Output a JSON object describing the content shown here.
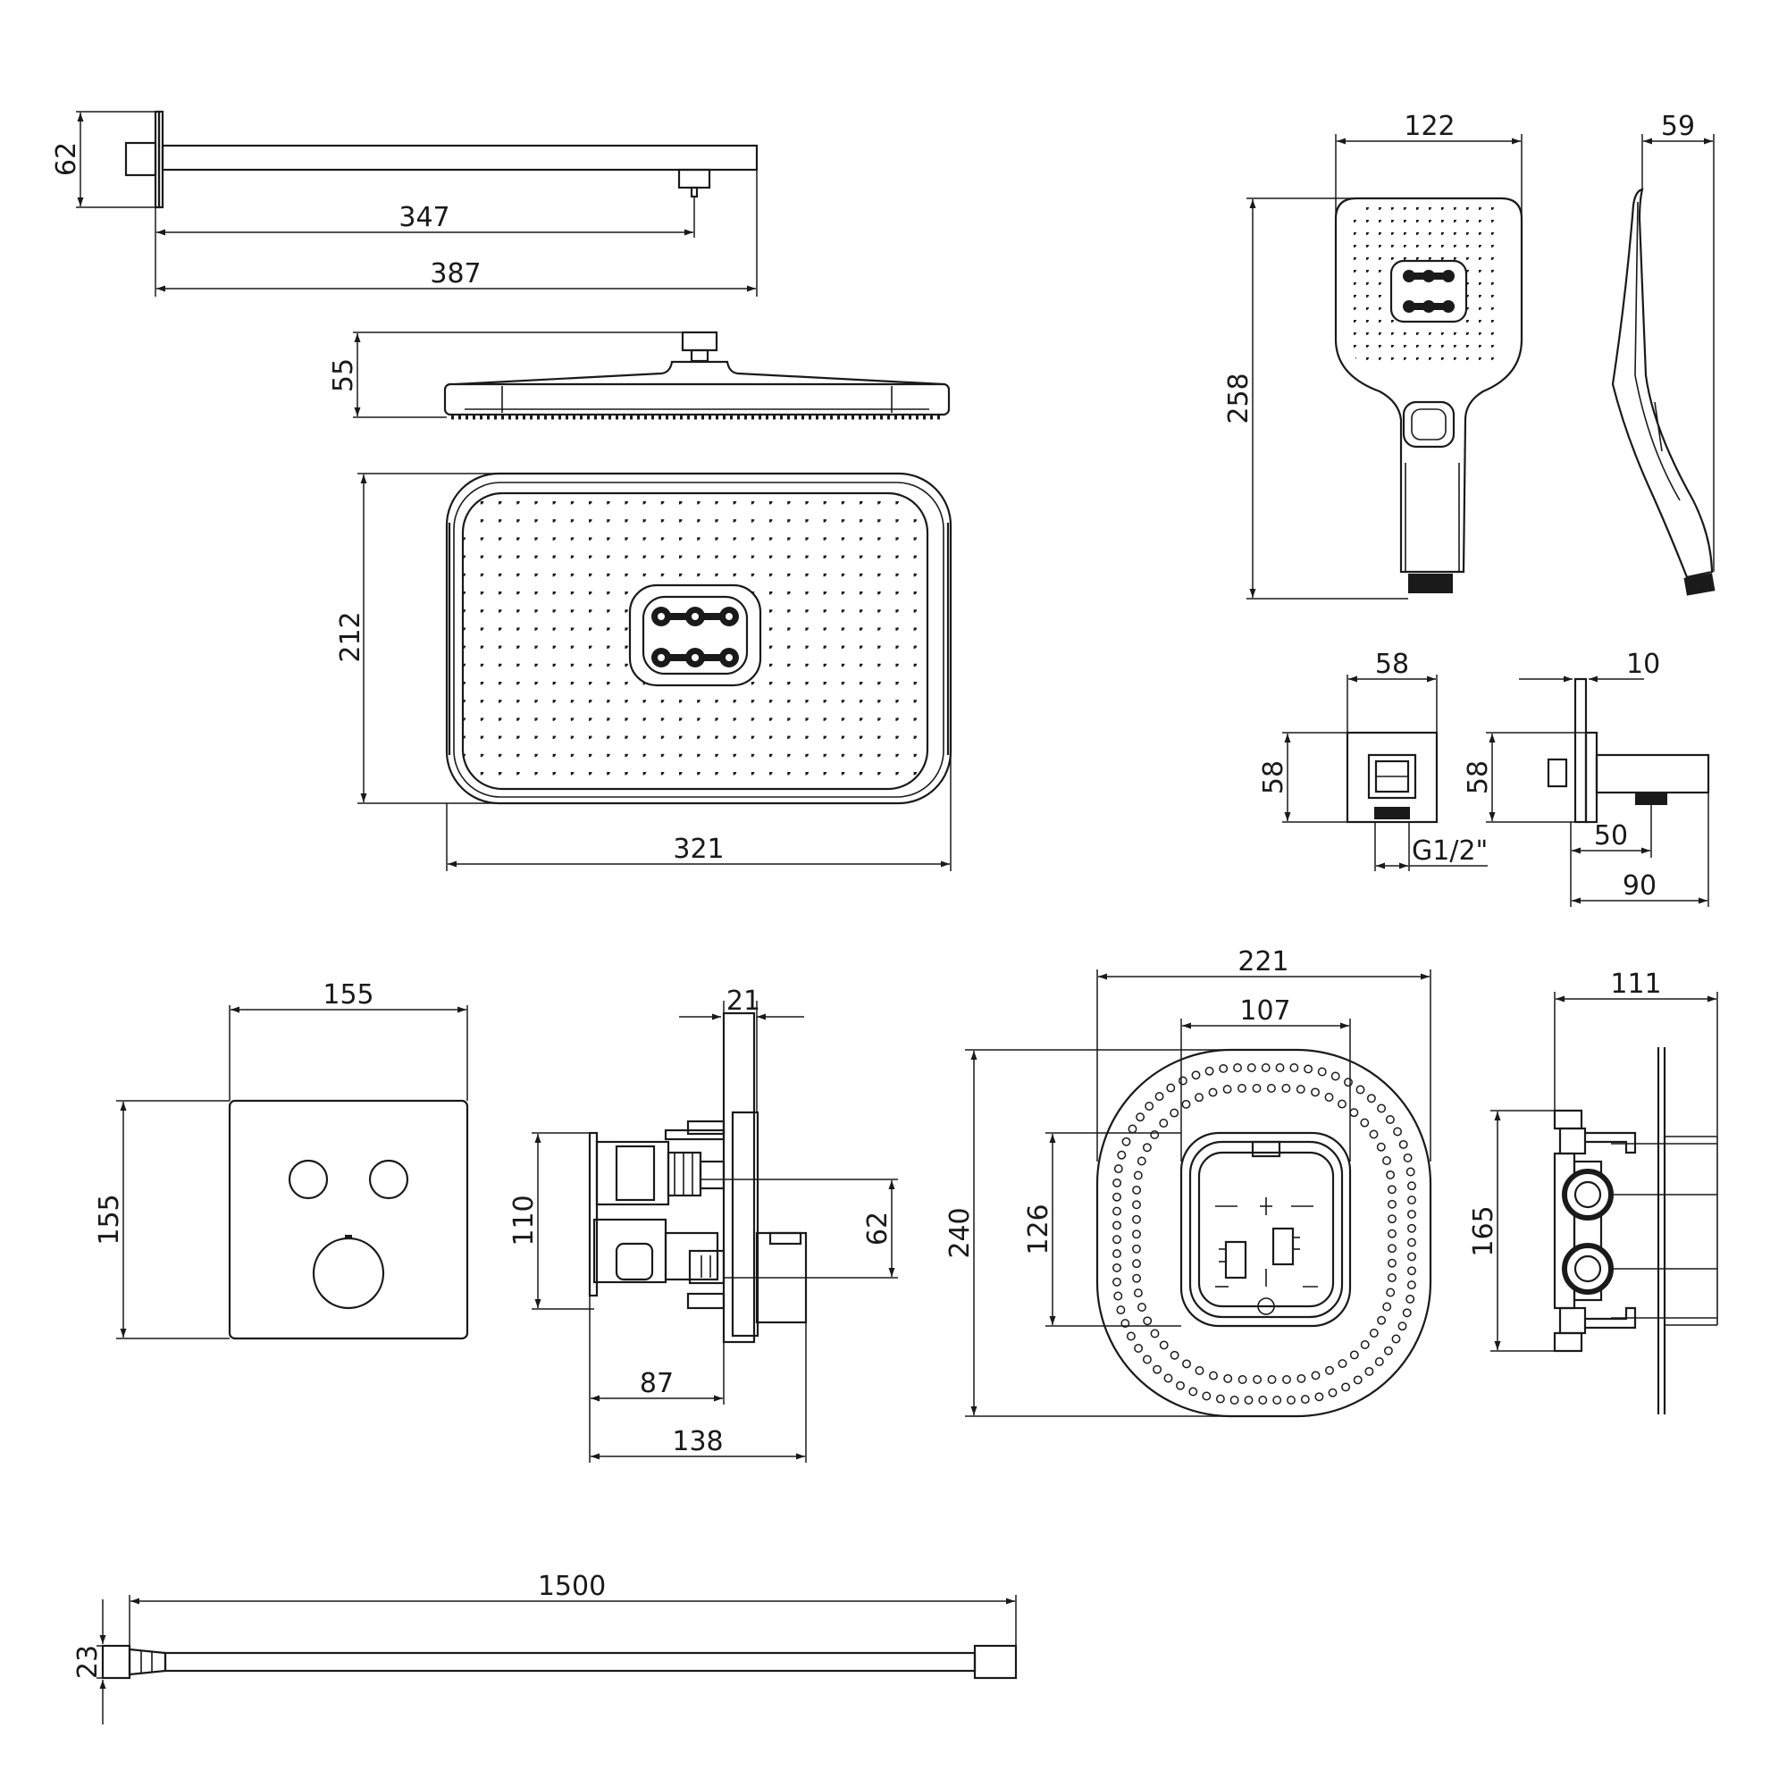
{
  "colors": {
    "line": "#1a1a1a",
    "background": "#ffffff"
  },
  "shower_arm": {
    "height": "62",
    "length_inner": "347",
    "length_total": "387"
  },
  "overhead_side": {
    "height": "55"
  },
  "overhead_head": {
    "height": "212",
    "width": "321"
  },
  "hand_shower": {
    "width": "122",
    "depth": "59",
    "length": "258"
  },
  "wall_outlet": {
    "width": "58",
    "height": "58",
    "height_side": "58",
    "plate": "10",
    "thread": "G1/2\"",
    "offset": "50",
    "depth": "90"
  },
  "control_plate": {
    "width": "155",
    "height": "155"
  },
  "valve_side": {
    "plate": "21",
    "height": "110",
    "offset": "62",
    "depth_inner": "87",
    "depth_total": "138"
  },
  "box_front": {
    "width": "221",
    "inner_width": "107",
    "height": "240",
    "inner_height": "126"
  },
  "box_side": {
    "width": "111",
    "height": "165"
  },
  "hose": {
    "length": "1500",
    "diameter": "23"
  }
}
